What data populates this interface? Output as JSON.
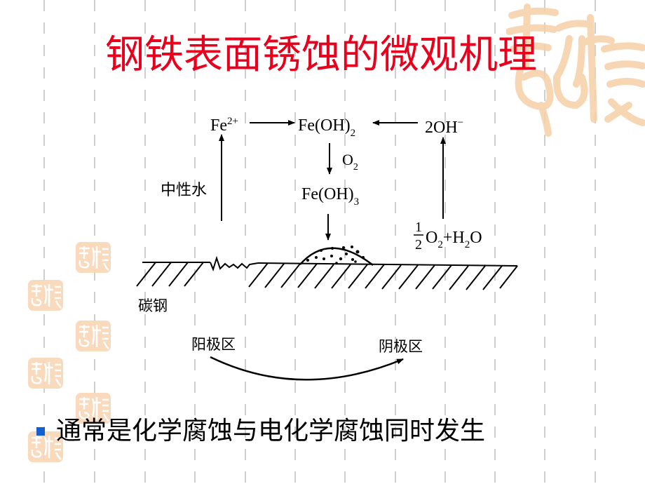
{
  "slide": {
    "title": "钢铁表面锈蚀的微观机理",
    "title_color": "#e8001c",
    "background_color": "#ffffff",
    "grid_line_color": "#c8c8c8",
    "watermark_color": "#f7d2b0",
    "watermark_text": "吉祥"
  },
  "diagram": {
    "nodes": {
      "fe2": "Fe",
      "fe2_sup": "2+",
      "feoh2": "Fe(OH)",
      "feoh2_sub": "2",
      "oh": "2OH",
      "oh_sup": "−",
      "o2_label": "O",
      "o2_sub": "2",
      "feoh3": "Fe(OH)",
      "feoh3_sub": "3",
      "half_num": "1",
      "half_den": "2",
      "o2h2o_o": "O",
      "o2h2o_o_sub": "2",
      "o2h2o_plus": "+H",
      "o2h2o_h_sub": "2",
      "o2h2o_tail": "O"
    },
    "labels": {
      "neutral_water": "中性水",
      "carbon_steel": "碳钢",
      "anode_zone": "阳极区",
      "cathode_zone": "阴极区"
    },
    "line_color": "#000000"
  },
  "bullets": [
    {
      "text": "通常是化学腐蚀与电化学腐蚀同时发生",
      "marker_color": "#1560d0"
    }
  ]
}
